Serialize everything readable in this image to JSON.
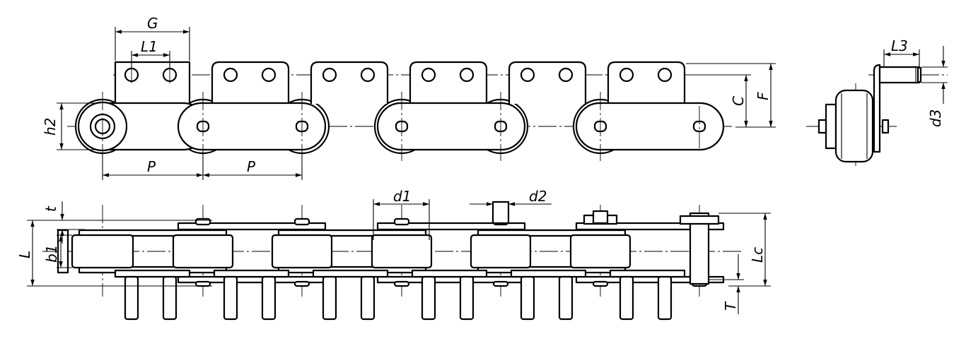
{
  "labels": {
    "G": "G",
    "L1": "L1",
    "h2": "h2",
    "P1": "P",
    "P2": "P",
    "C": "C",
    "F": "F",
    "L3": "L3",
    "d3": "d3",
    "t": "t",
    "L": "L",
    "b1": "b1",
    "d1": "d1",
    "d2": "d2",
    "Lc": "Lc",
    "T": "T"
  },
  "colors": {
    "line": "#000000",
    "background": "#ffffff"
  }
}
